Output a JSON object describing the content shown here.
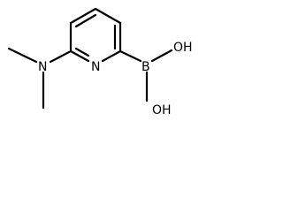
{
  "molecule": {
    "atoms": {
      "n_amine": "N",
      "n_ring": "N",
      "boron": "B",
      "oh_top": "OH",
      "oh_bottom": "OH"
    }
  }
}
